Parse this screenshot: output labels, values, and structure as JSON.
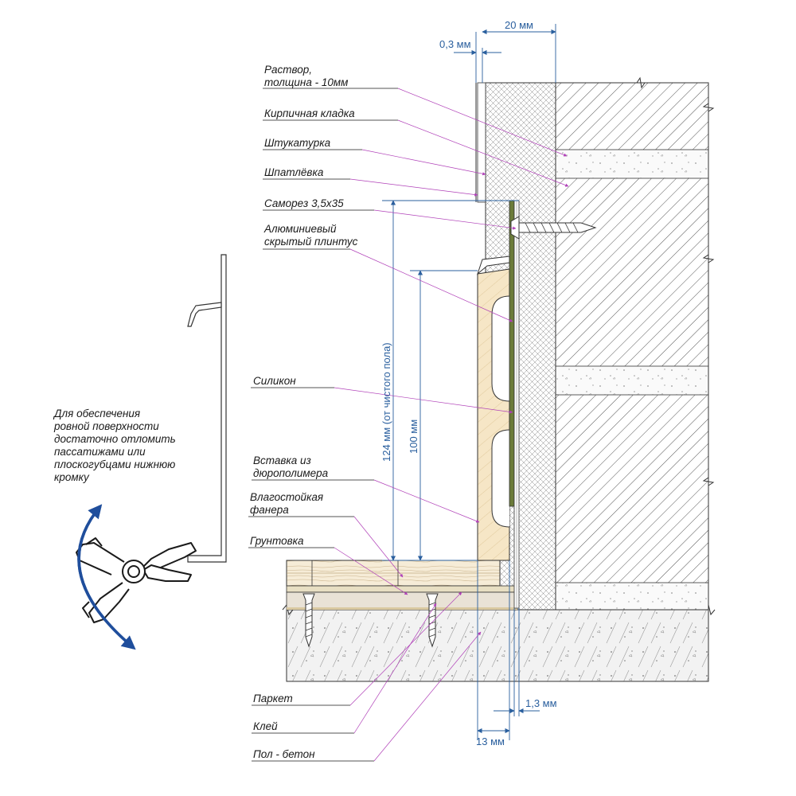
{
  "labels": {
    "mortar": [
      "Раствор,",
      "толщина - 10мм"
    ],
    "brickwork": "Кирпичная кладка",
    "plaster": "Штукатурка",
    "putty": "Шпатлёвка",
    "screw": "Саморез 3,5х35",
    "plinth": [
      "Алюминиевый",
      "скрытый плинтус"
    ],
    "silicone": "Силикон",
    "insert": [
      "Вставка из",
      "дюрополимера"
    ],
    "plywood": [
      "Влагостойкая",
      "фанера"
    ],
    "primer": "Грунтовка",
    "parquet": "Паркет",
    "glue": "Клей",
    "floor": "Пол - бетон"
  },
  "dimensions": {
    "top_gap": "0,3 мм",
    "top_width": "20 мм",
    "height_total": "124 мм (от чистого пола)",
    "height_insert": "100 мм",
    "bottom_gap": "1,3 мм",
    "bottom_width": "13 мм"
  },
  "note": [
    "Для обеспечения",
    "ровной поверхности",
    "достаточно отломить",
    "пассатижами или",
    "плоскогубцами нижнюю",
    "кромку"
  ],
  "colors": {
    "line": "#333333",
    "dimension": "#2a5f9e",
    "leader": "#b040b8",
    "arrow_blue": "#1f4e9c",
    "wood": "#f6e9cf",
    "parquet": "#ede6da",
    "plinth": "#6b7b3a"
  }
}
